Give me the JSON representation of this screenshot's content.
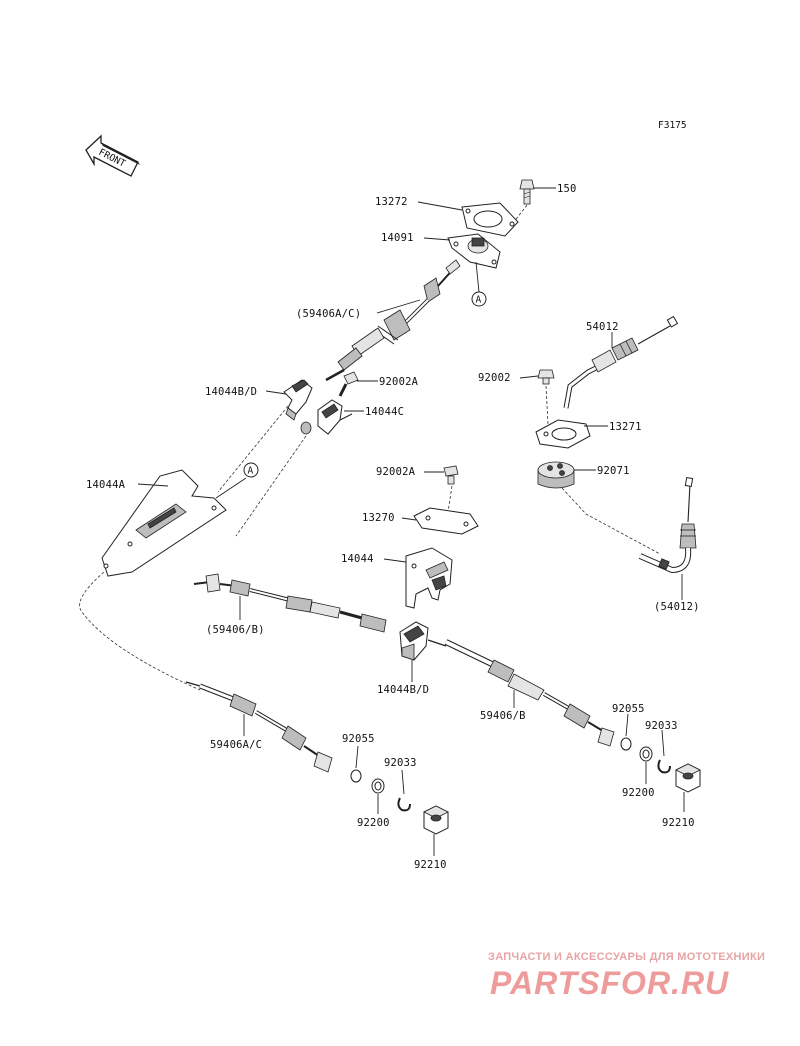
{
  "figure_id": "F3175",
  "front_label": "FRONT",
  "ref_marker": "A",
  "labels": {
    "p150": "150",
    "p13272": "13272",
    "p14091": "14091",
    "p59406ac_top": "(59406A/C)",
    "p14044bd_top": "14044B/D",
    "p92002a_top": "92002A",
    "p14044c": "14044C",
    "p14044a": "14044A",
    "p54012": "54012",
    "p92002": "92002",
    "p13271": "13271",
    "p92071": "92071",
    "p92002a_mid": "92002A",
    "p13270": "13270",
    "p14044": "14044",
    "p54012_paren": "(54012)",
    "p59406b_paren": "(59406/B)",
    "p14044bd_mid": "14044B/D",
    "p59406b": "59406/B",
    "p59406ac_bottom": "59406A/C",
    "p92055_left": "92055",
    "p92033_left": "92033",
    "p92200_left": "92200",
    "p92210_left": "92210",
    "p92055_right": "92055",
    "p92033_right": "92033",
    "p92200_right": "92200",
    "p92210_right": "92210"
  },
  "watermark": {
    "tagline": "ЗАПЧАСТИ И АКСЕССУАРЫ ДЛЯ МОТОТЕХНИКИ",
    "brand": "PARTSFOR.RU"
  }
}
